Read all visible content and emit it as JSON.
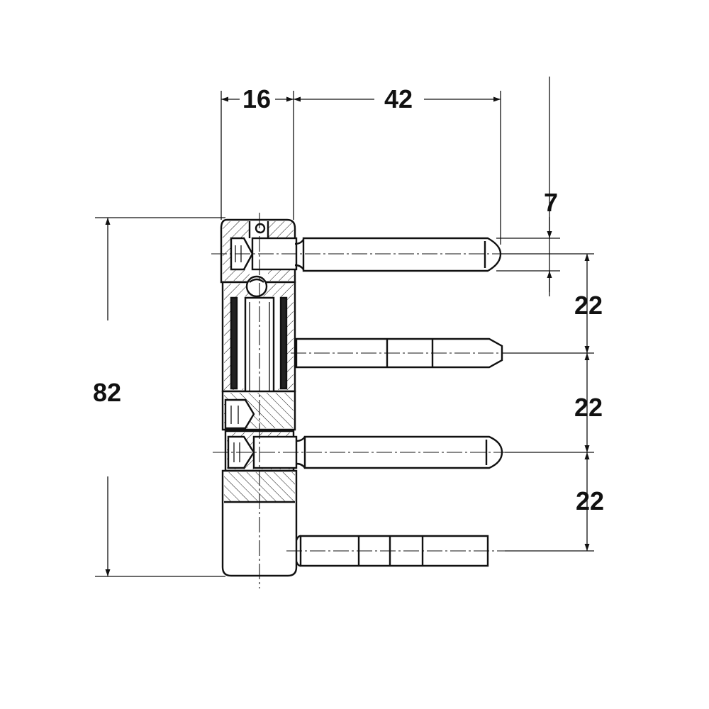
{
  "drawing": {
    "dimensions": {
      "body_width": "16",
      "pin_length": "42",
      "pin_offset": "7",
      "total_height": "82",
      "spacing_1": "22",
      "spacing_2": "22",
      "spacing_3": "22"
    },
    "colors": {
      "line": "#111111",
      "background": "#ffffff"
    }
  }
}
